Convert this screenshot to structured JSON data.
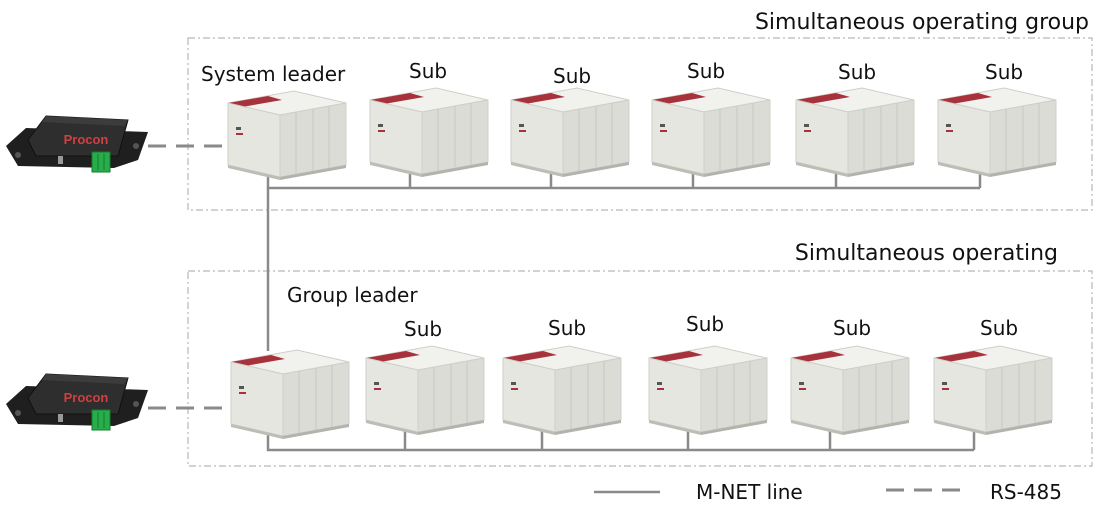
{
  "groups": [
    {
      "title": "Simultaneous operating group",
      "leader_label": "System leader",
      "sub_labels": [
        "Sub",
        "Sub",
        "Sub",
        "Sub",
        "Sub"
      ]
    },
    {
      "title": "Simultaneous operating",
      "leader_label": "Group leader",
      "sub_labels": [
        "Sub",
        "Sub",
        "Sub",
        "Sub",
        "Sub"
      ]
    }
  ],
  "controllers": [
    {
      "brand_text": "Procon"
    },
    {
      "brand_text": "Procon"
    }
  ],
  "legend": {
    "solid_label": "M-NET line",
    "dashed_label": "RS-485"
  },
  "colors": {
    "unit_body": "#e8e8e3",
    "unit_accent": "#a8323c",
    "line": "#8a8a8a",
    "group_border": "#b8b8b8",
    "controller": "#2a2a2a",
    "terminal": "#27ae4a"
  }
}
